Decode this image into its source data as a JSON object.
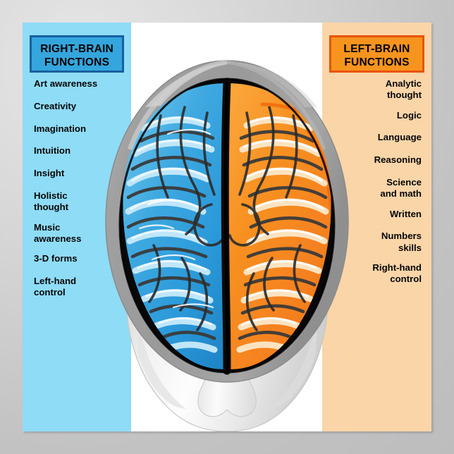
{
  "poster": {
    "background_color": "#ffffff",
    "wall_color": "#c9c9c9"
  },
  "right_panel": {
    "name": "right-brain-functions",
    "background_color": "#8fdcf7",
    "title": "RIGHT-BRAIN FUNCTIONS",
    "title_line1": "RIGHT-BRAIN",
    "title_line2": "FUNCTIONS",
    "title_box_fill": "#34a6dd",
    "title_box_border": "#1a5fa0",
    "items": [
      {
        "text": "Art awareness"
      },
      {
        "text": "Creativity"
      },
      {
        "text": "Imagination"
      },
      {
        "text": "Intuition"
      },
      {
        "text": "Insight"
      },
      {
        "text": "Holistic thought",
        "line1": "Holistic",
        "line2": "thought"
      },
      {
        "text": "Music awareness",
        "line1": "Music",
        "line2": "awareness"
      },
      {
        "text": "3-D forms"
      },
      {
        "text": "Left-hand control",
        "line1": "Left-hand",
        "line2": "control"
      }
    ]
  },
  "left_panel": {
    "name": "left-brain-functions",
    "background_color": "#fad5a8",
    "title": "LEFT-BRAIN FUNCTIONS",
    "title_line1": "LEFT-BRAIN",
    "title_line2": "FUNCTIONS",
    "title_box_fill": "#f7941e",
    "title_box_border": "#e8540a",
    "items": [
      {
        "text": "Analytic thought",
        "line1": "Analytic",
        "line2": "thought"
      },
      {
        "text": "Logic"
      },
      {
        "text": "Language"
      },
      {
        "text": "Reasoning"
      },
      {
        "text": "Science and math",
        "line1": "Science",
        "line2": "and math"
      },
      {
        "text": "Written"
      },
      {
        "text": "Numbers skills",
        "line1": "Numbers",
        "line2": "skills"
      },
      {
        "text": "Right-hand control",
        "line1": "Right-hand",
        "line2": "control"
      }
    ]
  },
  "illustration": {
    "name": "human-head-top-view-with-split-brain",
    "skull_color": "#9c9c9c",
    "skull_highlight": "#d8d8d8",
    "cavity_color": "#0a0a0a",
    "face_color": "#f2f2f2",
    "right_hemisphere_color": "#2fa7e8",
    "right_hemisphere_light": "#bfe6fa",
    "left_hemisphere_color": "#f7941e",
    "left_hemisphere_light": "#fbe3c0",
    "midline_color": "#120d0a",
    "description": "Top-down view of a head; left side of image brain colored blue, right side orange"
  }
}
